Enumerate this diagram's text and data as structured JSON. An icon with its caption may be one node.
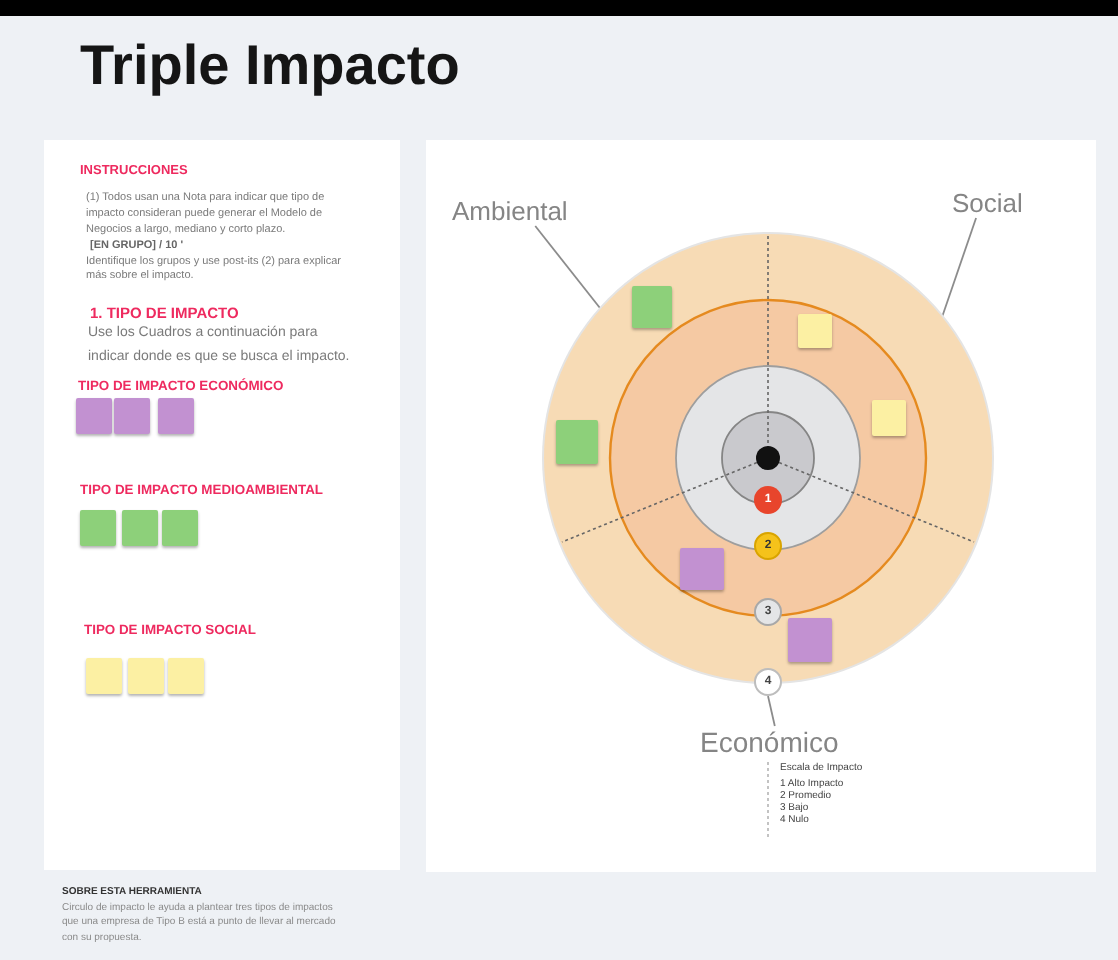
{
  "diagram": {
    "title": "Triple Impacto",
    "nodes": [
      {
        "text": [],
        "shape": "box"
      },
      {
        "text": [],
        "shape": "box"
      },
      {
        "text": [],
        "shape": "box"
      },
      {
        "text": [],
        "shape": "box"
      },
      {
        "text": [],
        "shape": "box"
      },
      {
        "text": [],
        "shape": "box"
      },
      {
        "text": [],
        "shape": "box"
      },
      {
        "text": [],
        "shape": "box"
      },
      {
        "text": [],
        "shape": "box"
      },
      {
        "text": [
          "Ambiental"
        ]
      },
      {
        "text": [
          "Social"
        ]
      },
      {
        "text": [],
        "shape": "circle"
      },
      {
        "text": [],
        "shape": "box",
        "in": 11
      },
      {
        "text": [],
        "shape": "box",
        "in": 11
      },
      {
        "text": [],
        "shape": "box",
        "in": 11
      },
      {
        "text": [],
        "shape": "box",
        "in": 11
      },
      {
        "text": [],
        "shape": "circle",
        "in": 11
      },
      {
        "text": [
          "1"
        ],
        "in": 11
      },
      {
        "text": [
          "2"
        ],
        "in": 11
      },
      {
        "text": [],
        "shape": "box",
        "in": 11
      },
      {
        "text": [
          "3"
        ],
        "in": 11
      },
      {
        "text": [],
        "shape": "box",
        "in": 11
      },
      {
        "text": [
          "4"
        ]
      },
      {
        "text": [
          "Económico"
        ]
      }
    ],
    "edges": [
      {
        "from": 9,
        "to": 11,
        "arrow": "none"
      },
      {
        "from": 10,
        "to": 11,
        "arrow": "none"
      },
      {
        "from": 23,
        "to": 22,
        "arrow": "none"
      }
    ],
    "labels": [
      "INSTRUCCIONES",
      "(1) Todos usan una Nota para indicar que tipo de impacto consideran puede generar el Modelo de Negocios a largo, mediano y corto plazo.",
      "[EN GRUPO] / 10 '",
      "Identifique los grupos y use post-its (2) para explicar más sobre el impacto.",
      "1. TIPO DE IMPACTO",
      "Use los Cuadros a continuación para indicar donde es que se busca el impacto.",
      "TIPO DE IMPACTO ECONÓMICO",
      "TIPO DE IMPACTO MEDIOAMBIENTAL",
      "TIPO DE IMPACTO SOCIAL",
      "Escala de Impacto",
      "1 Alto Impacto",
      "2 Promedio",
      "3 Bajo",
      "4 Nulo",
      "SOBRE ESTA HERRAMIENTA",
      "Circulo de impacto le ayuda a plantear tres tipos de impactos que una empresa de Tipo B está a punto de llevar al mercado con su propuesta."
    ]
  }
}
